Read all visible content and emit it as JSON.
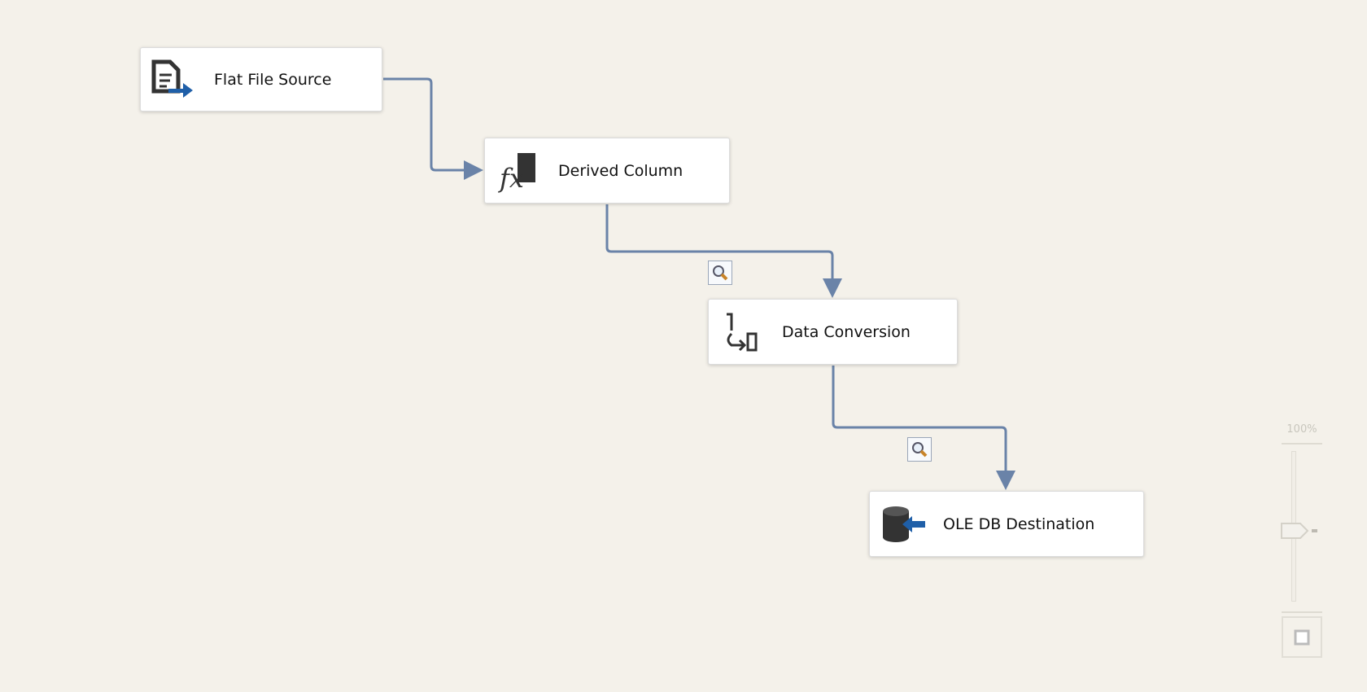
{
  "components": [
    {
      "label": "Flat File Source",
      "icon": "flat-file-source-icon"
    },
    {
      "label": "Derived Column",
      "icon": "derived-column-icon"
    },
    {
      "label": "Data Conversion",
      "icon": "data-conversion-icon"
    },
    {
      "label": "OLE DB Destination",
      "icon": "ole-db-destination-icon"
    }
  ],
  "zoom": {
    "label": "100%",
    "value_percent": 100
  },
  "colors": {
    "path": "#6a83a8",
    "accent": "#1f5fa8",
    "canvas": "#f4f1ea"
  }
}
